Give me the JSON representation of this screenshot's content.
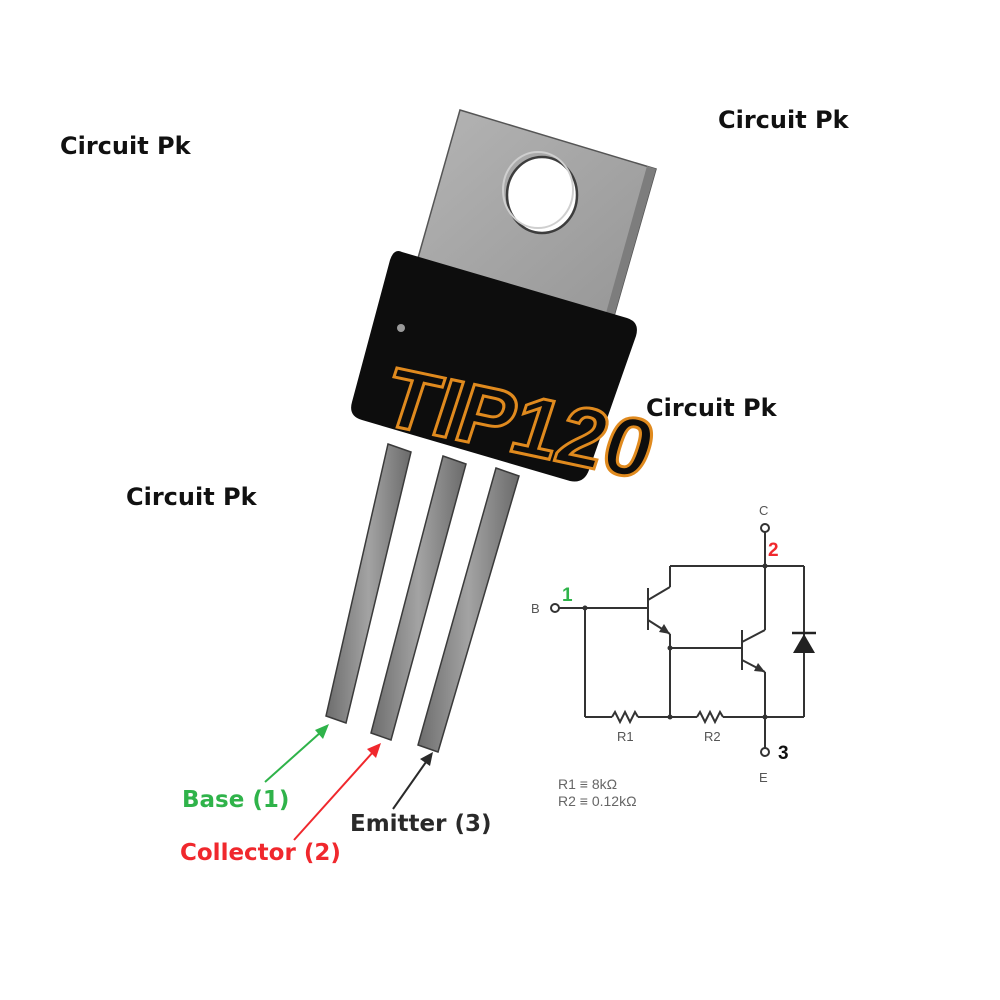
{
  "watermarks": [
    "Circuit Pk",
    "Circuit Pk",
    "Circuit Pk",
    "Circuit Pk"
  ],
  "component": {
    "marking": "TIP120",
    "package_colors": {
      "tab": "#a6a6a6",
      "body": "#0d0d0d",
      "marking": "#e08a1e",
      "leads": "#8c8c8c"
    }
  },
  "pins": {
    "base": {
      "label": "Base (1)",
      "color": "#2fb34a"
    },
    "collector": {
      "label": "Collector (2)",
      "color": "#f0282d"
    },
    "emitter": {
      "label": "Emitter (3)",
      "color": "#2a2a2a"
    }
  },
  "schematic": {
    "terminal_c": "C",
    "terminal_b": "B",
    "terminal_e": "E",
    "pin_b_number": "1",
    "pin_c_number": "2",
    "pin_e_number": "3",
    "r1_label": "R1",
    "r2_label": "R2",
    "r1_value": "R1 ≡ 8kΩ",
    "r2_value": "R2 ≡ 0.12kΩ"
  }
}
